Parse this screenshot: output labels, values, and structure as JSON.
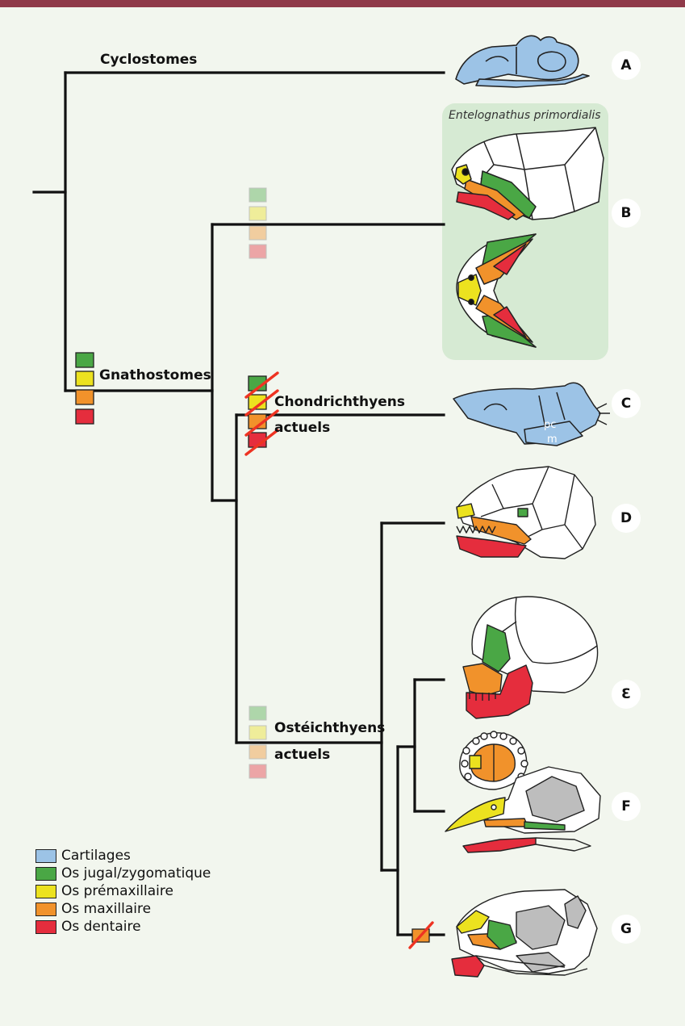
{
  "colors": {
    "cartilage": "#9cc3e6",
    "jugal": "#4aa745",
    "premaxillary": "#ece21f",
    "maxillary": "#f1922b",
    "dentary": "#e52d3d",
    "header_bar": "#8f3a49",
    "bone_grey": "#bdbdbd"
  },
  "clades": {
    "cyclostomes": "Cyclostomes",
    "gnathostomes": "Gnathostomes",
    "chondrichthyens_line1": "Chondrichthyens",
    "chondrichthyens_line2": "actuels",
    "osteichthyens_line1": "Ostéichthyens",
    "osteichthyens_line2": "actuels"
  },
  "panels": {
    "A": "A",
    "B": "B",
    "C": "C",
    "D": "D",
    "E": "Ɛ",
    "F": "F",
    "G": "G",
    "species_b": "Entelognathus primordialis"
  },
  "skull_labels": {
    "pc": "pc",
    "m": "m"
  },
  "legend": [
    {
      "label": "Cartilages",
      "color_key": "cartilage"
    },
    {
      "label": "Os jugal/zygomatique",
      "color_key": "jugal"
    },
    {
      "label": "Os prémaxillaire",
      "color_key": "premaxillary"
    },
    {
      "label": "Os maxillaire",
      "color_key": "maxillary"
    },
    {
      "label": "Os dentaire",
      "color_key": "dentary"
    }
  ]
}
